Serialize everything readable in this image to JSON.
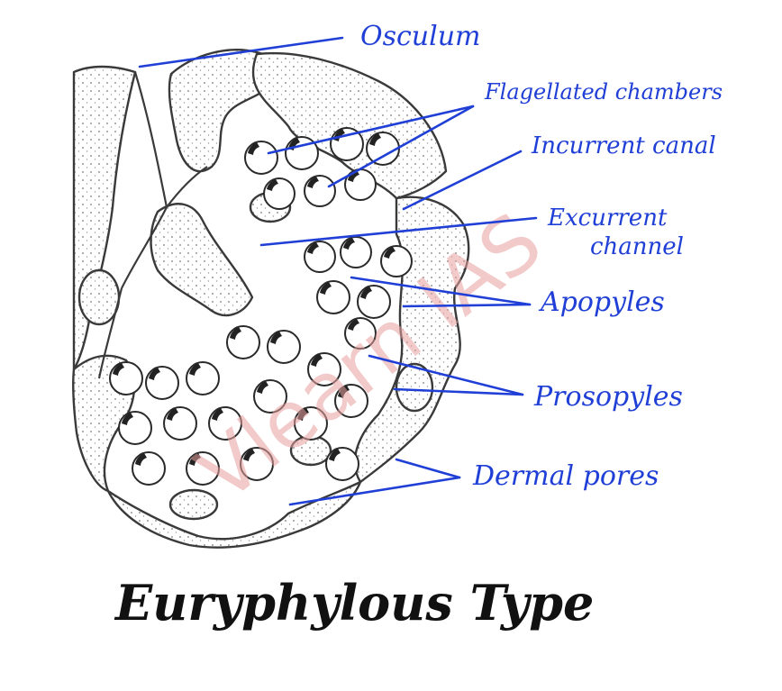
{
  "labels": {
    "osculum": "Osculum",
    "flagellated_chambers": "Flagellated chambers",
    "incurrent_canal": "Incurrent canal",
    "excurrent_line1": "Excurrent",
    "excurrent_line2": "channel",
    "apopyles": "Apopyles",
    "prosopyles": "Prosopyles",
    "dermal_pores": "Dermal pores"
  },
  "title": "Euryphylous Type",
  "watermark": "Vlearn IAS",
  "colors": {
    "label_ink": "#1f3fd6",
    "title_ink": "#111111",
    "sketch_ink": "#2a2a2a",
    "watermark": "#e8a0a0"
  }
}
